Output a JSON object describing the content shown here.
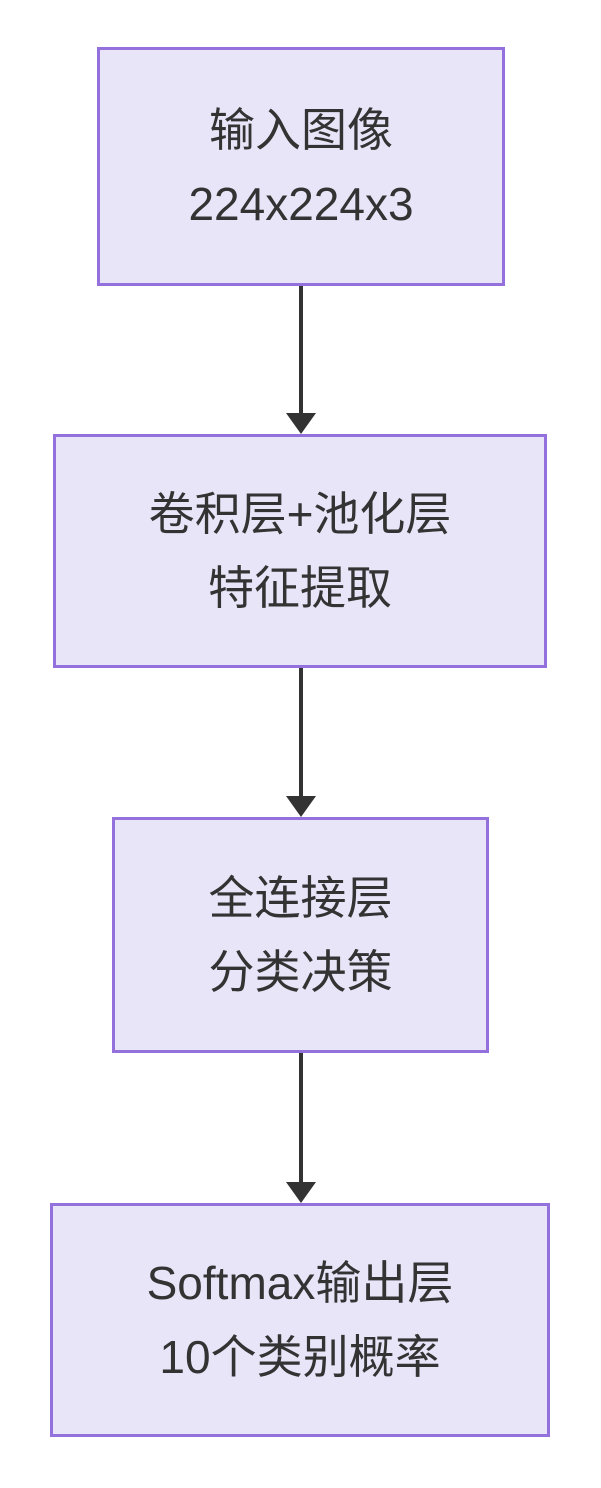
{
  "diagram": {
    "title": "CNN image classification flowchart",
    "colors": {
      "background": "#ffffff",
      "node_fill": "#e9e5f8",
      "node_border": "#9370db",
      "arrow": "#333333",
      "text": "#333333"
    },
    "nodes": [
      {
        "id": "input",
        "lines": [
          "输入图像",
          "224x224x3"
        ]
      },
      {
        "id": "conv",
        "lines": [
          "卷积层+池化层",
          "特征提取"
        ]
      },
      {
        "id": "fc",
        "lines": [
          "全连接层",
          "分类决策"
        ]
      },
      {
        "id": "softmax",
        "lines": [
          "Softmax输出层",
          "10个类别概率"
        ]
      }
    ],
    "edges": [
      {
        "from": "input",
        "to": "conv"
      },
      {
        "from": "conv",
        "to": "fc"
      },
      {
        "from": "fc",
        "to": "softmax"
      }
    ]
  }
}
